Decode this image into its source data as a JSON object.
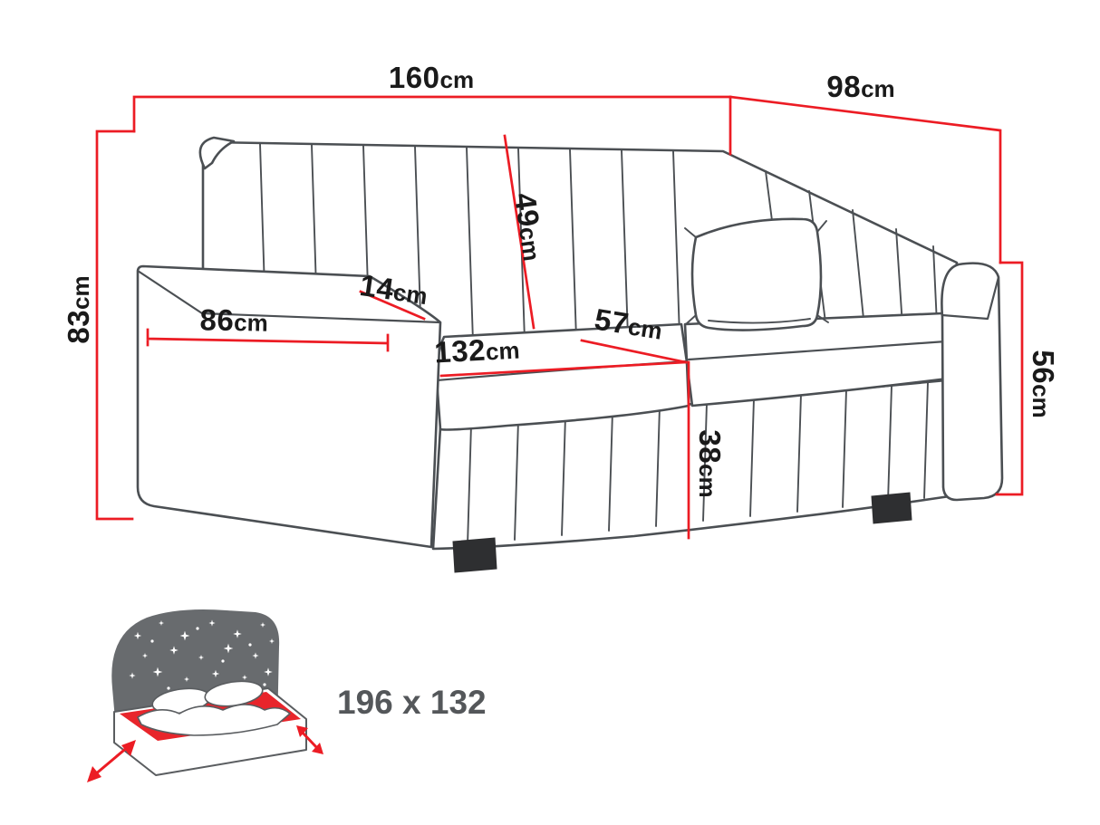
{
  "diagram": {
    "type": "sofa-dimension-diagram",
    "unit": "cm",
    "dimensions": {
      "total_width": {
        "value": "160",
        "unit": "cm"
      },
      "total_depth": {
        "value": "98",
        "unit": "cm"
      },
      "total_height": {
        "value": "83",
        "unit": "cm"
      },
      "backrest_height": {
        "value": "49",
        "unit": "cm"
      },
      "armrest_width": {
        "value": "14",
        "unit": "cm"
      },
      "armrest_length": {
        "value": "86",
        "unit": "cm"
      },
      "seat_width": {
        "value": "132",
        "unit": "cm"
      },
      "seat_depth": {
        "value": "57",
        "unit": "cm"
      },
      "seat_height": {
        "value": "38",
        "unit": "cm"
      },
      "side_height": {
        "value": "56",
        "unit": "cm"
      }
    },
    "sleeping_area": {
      "label": "196 x 132"
    },
    "colors": {
      "dimension_line": "#ec1c24",
      "sofa_outline": "#4b4f53",
      "label_text": "#1a1a1a",
      "icon_dark": "#686b6e",
      "icon_red": "#e8252b",
      "sleeping_text": "#54575a"
    }
  }
}
